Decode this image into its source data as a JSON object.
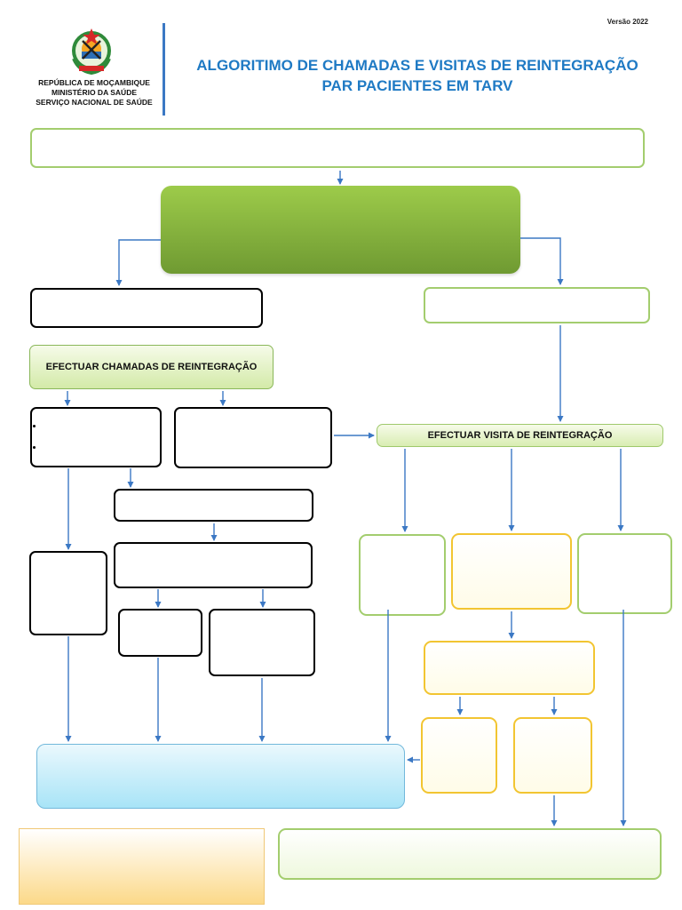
{
  "header": {
    "version": "Versão 2022",
    "org_lines": [
      "REPÚBLICA DE MOÇAMBIQUE",
      "MINISTÉRIO DA SAÚDE",
      "SERVIÇO NACIONAL DE SAÚDE"
    ],
    "title_line1": "ALGORITIMO DE CHAMADAS E VISITAS DE REINTEGRAÇÃO",
    "title_line2": "PAR PACIENTES EM TARV"
  },
  "nodes": {
    "calls": "EFECTUAR CHAMADAS DE REINTEGRAÇÃO",
    "visit": "EFECTUAR VISITA DE REINTEGRAÇÃO"
  },
  "colors": {
    "title": "#1f7ac4",
    "arrow": "#3b78c4",
    "green_outline": "#a3cd6e",
    "yellow_outline": "#f2c531",
    "main_green": "#7eab3a",
    "blue_fill": "#a8e4f7",
    "orange_fill": "#fcd989"
  }
}
